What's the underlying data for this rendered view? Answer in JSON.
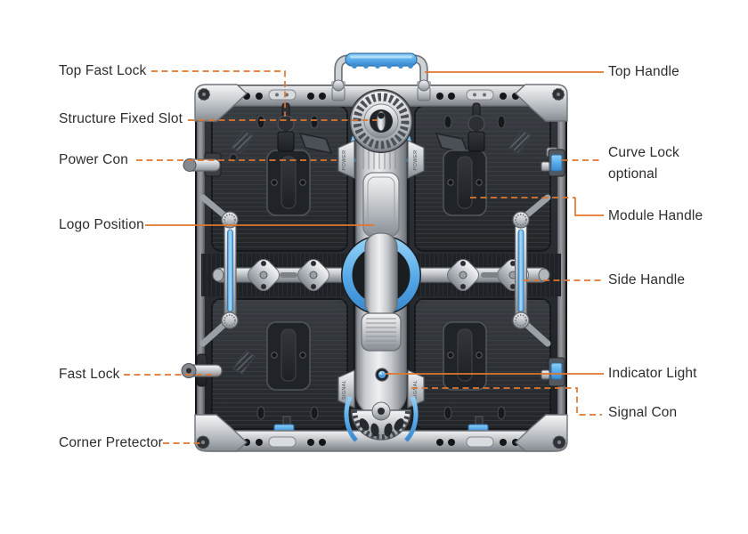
{
  "diagram_title": "LED display cabinet rear view part callouts",
  "colors": {
    "accent": "#E0762F",
    "handle_blue": "#55A9E8",
    "handle_blue_light": "#8FD0F6",
    "handle_blue_dark": "#3A8AD0",
    "cabinet_dark": "#26292D",
    "metal_silver": "#C6CACD",
    "label_text": "#2d2d2d",
    "background": "#FFFFFF"
  },
  "callouts": {
    "left": [
      {
        "label": "Top Fast Lock"
      },
      {
        "label": "Structure Fixed Slot"
      },
      {
        "label": "Power Con"
      },
      {
        "label": "Logo Position"
      },
      {
        "label": "Fast Lock"
      },
      {
        "label": "Corner Pretector"
      }
    ],
    "right": [
      {
        "label": "Top Handle"
      },
      {
        "label": "Curve Lock",
        "label2": "optional"
      },
      {
        "label": "Module Handle"
      },
      {
        "label": "Side Handle"
      },
      {
        "label": "Indicator Light"
      },
      {
        "label": "Signal Con"
      }
    ]
  },
  "machine": {
    "power_con_text": "POWER",
    "signal_con_text": "SIGNAL"
  }
}
